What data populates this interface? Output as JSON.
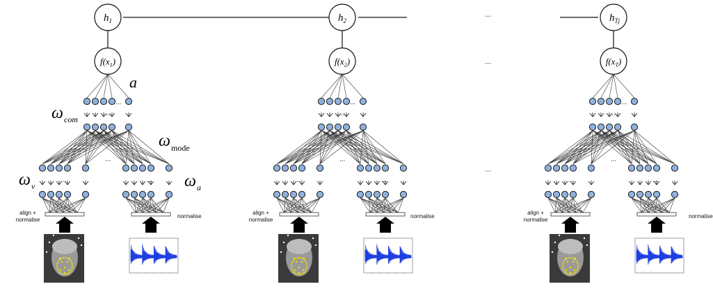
{
  "hidden_nodes": [
    "1",
    "2",
    "T_j"
  ],
  "f_nodes": [
    "x_1",
    "x_2",
    "x_{T_j}"
  ],
  "labels": {
    "a": "a",
    "w_com": "ω",
    "w_com_sub": "com",
    "w_mode": "ω",
    "w_mode_sub": "mode",
    "w_v": "ω",
    "w_v_sub": "v",
    "w_a": "ω",
    "w_a_sub": "a",
    "align_normalise_1": "align +",
    "align_normalise_2": "normalise",
    "normalise": "normalise",
    "ellipsis": "...",
    "small_ellipsis": "..."
  },
  "colors": {
    "node_fill": "#8fb1de",
    "waveform": "#1f3fe0"
  }
}
